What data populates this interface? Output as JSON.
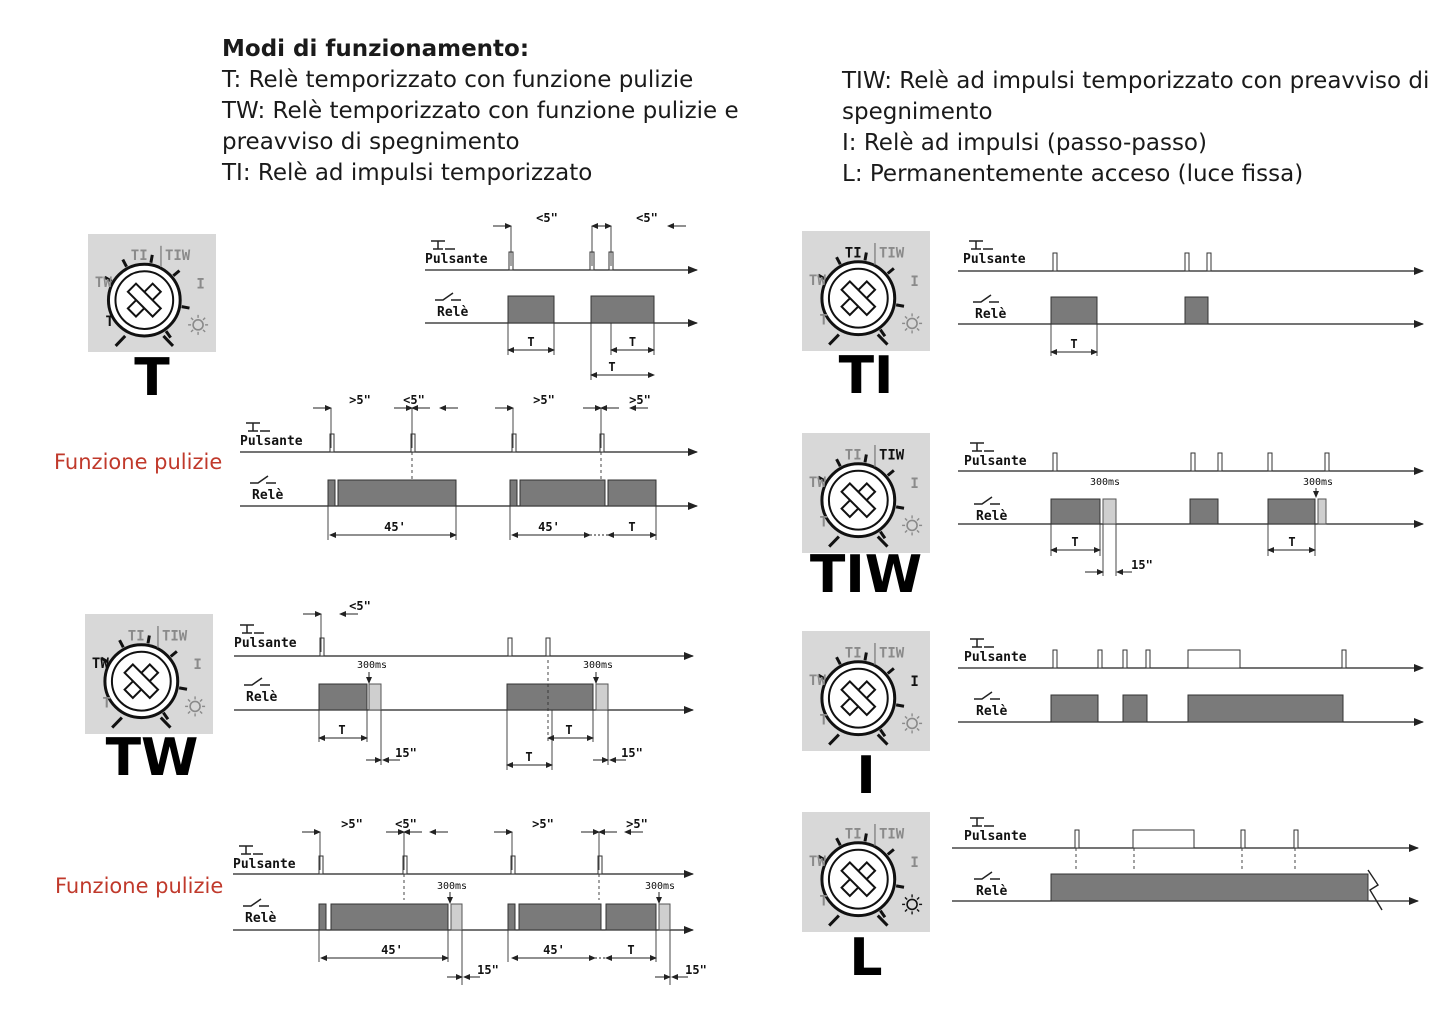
{
  "intro_left": {
    "heading": "Modi di funzionamento:",
    "lines": [
      "T: Relè temporizzato con funzione pulizie",
      "TW: Relè temporizzato con funzione pulizie e",
      "preavviso di spegnimento",
      "TI: Relè ad impulsi temporizzato"
    ]
  },
  "intro_right": {
    "lines": [
      "TIW: Relè ad impulsi temporizzato con preavviso di",
      "spegnimento",
      "I: Relè ad impulsi (passo-passo)",
      "L: Permanentemente acceso (luce fissa)"
    ]
  },
  "cleaning_label": "Funzione pulizie",
  "signals": {
    "button": "Pulsante",
    "relay": "Relè"
  },
  "dial": {
    "ti": "TI",
    "tiw": "TIW",
    "tw": "TW",
    "t": "T",
    "i": "I"
  },
  "modes": {
    "t": "T",
    "tw": "TW",
    "ti": "TI",
    "tiw": "TIW",
    "i": "I",
    "l": "L"
  },
  "timing": {
    "lt5": "<5\"",
    "gt5": ">5\"",
    "t": "T",
    "min45": "45'",
    "ms300": "300ms",
    "s15": "15\""
  },
  "colors": {
    "pulse_fill": "#7a7a7a",
    "dial_bg": "#d8d8d8",
    "cleaning_label": "#c0392b"
  }
}
